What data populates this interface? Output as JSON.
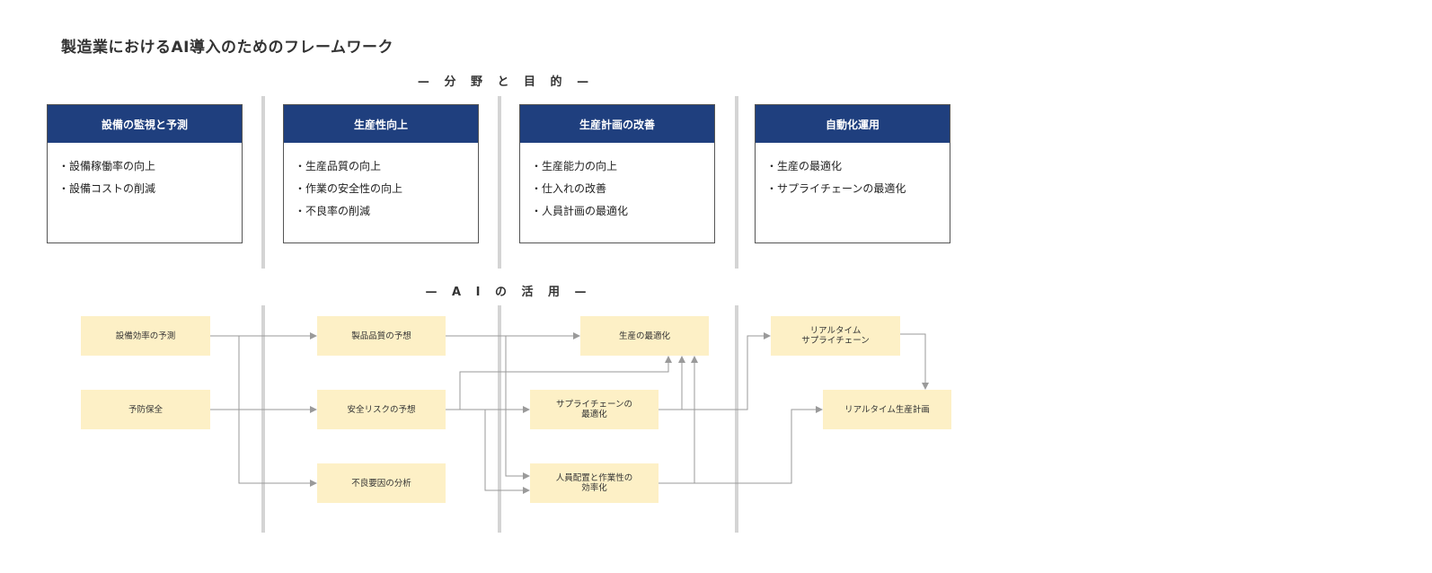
{
  "title": "製造業におけるAI導入のためのフレームワーク",
  "sections": {
    "fields": "— 分 野 と 目 的 —",
    "ai": "— A I の 活 用 —"
  },
  "fields": [
    {
      "heading": "設備の監視と予測",
      "items": [
        "設備稼働率の向上",
        "設備コストの削減"
      ]
    },
    {
      "heading": "生産性向上",
      "items": [
        "生産品質の向上",
        "作業の安全性の向上",
        "不良率の削減"
      ]
    },
    {
      "heading": "生産計画の改善",
      "items": [
        "生産能力の向上",
        "仕入れの改善",
        "人員計画の最適化"
      ]
    },
    {
      "heading": "自動化運用",
      "items": [
        "生産の最適化",
        "サプライチェーンの最適化"
      ]
    }
  ],
  "nodes": {
    "n1": "設備効率の予測",
    "n2": "予防保全",
    "n3": "製品品質の予想",
    "n4": "安全リスクの予想",
    "n5": "不良要因の分析",
    "n6": "生産の最適化",
    "n7": "サプライチェーンの\n最適化",
    "n8": "人員配置と作業性の\n効率化",
    "n9": "リアルタイム\nサプライチェーン",
    "n10": "リアルタイム生産計画"
  },
  "colors": {
    "header_bg": "#1f3f7e",
    "node_bg": "#fdf0c6",
    "arrow": "#9a9a9a",
    "divider": "#d4d4d4"
  }
}
